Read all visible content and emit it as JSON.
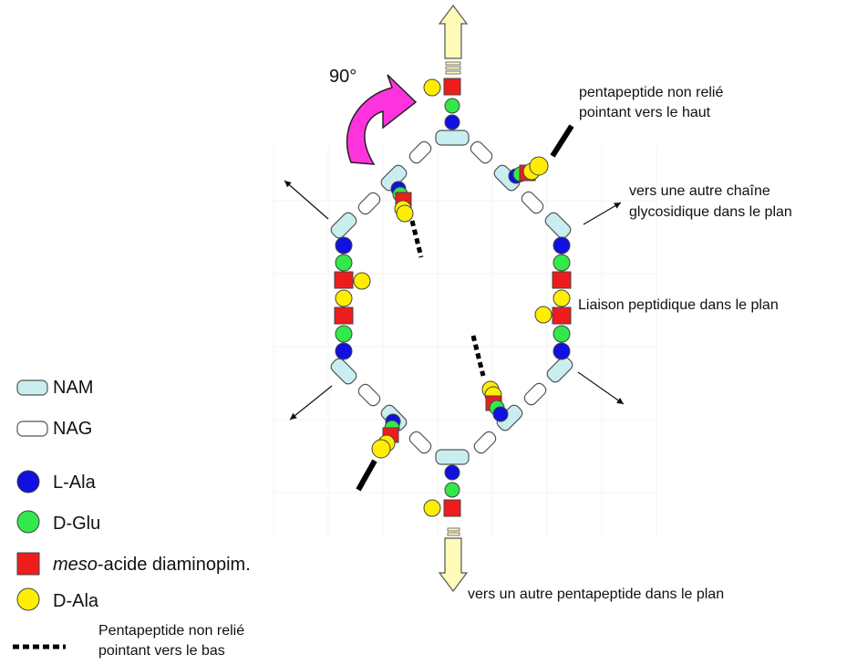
{
  "rotation_label": "90°",
  "annotations": {
    "unlinked_up_line1": "pentapeptide non relié",
    "unlinked_up_line2": "pointant vers le haut",
    "other_chain_line1": "vers une autre chaîne",
    "other_chain_line2": "glycosidique dans le plan",
    "peptide_bond": "Liaison peptidique dans le plan",
    "other_pentapeptide": "vers un autre pentapeptide dans le plan"
  },
  "legend": {
    "nam": "NAM",
    "nag": "NAG",
    "lala": "L-Ala",
    "dglu": "D-Glu",
    "meso_italic": "meso",
    "meso_rest": "-acide diaminopim.",
    "dala": "D-Ala",
    "unlinked_down_line1": "Pentapeptide non relié",
    "unlinked_down_line2": "pointant vers le bas"
  },
  "colors": {
    "nam": "#c9eef0",
    "nag": "#ffffff",
    "lala": "#1010e0",
    "dglu": "#33e84a",
    "meso": "#ee1c1c",
    "dala": "#ffee00",
    "rotation_arrow": "#ff33dd",
    "axis_arrow": "#fffbb8"
  }
}
